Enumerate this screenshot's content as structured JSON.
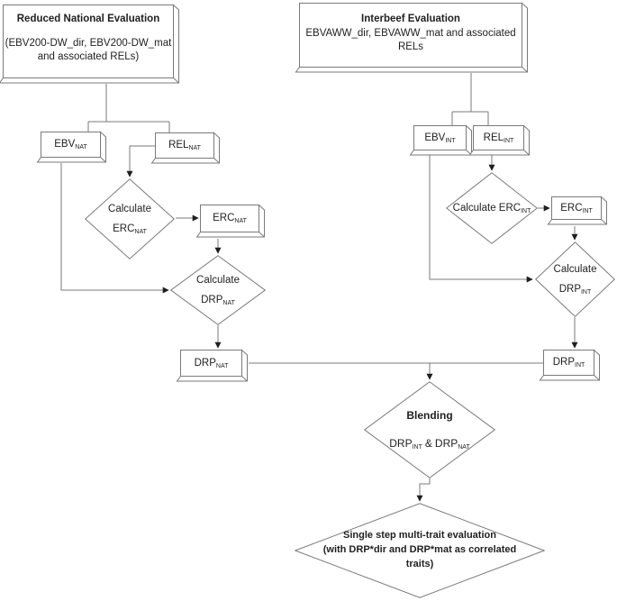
{
  "colors": {
    "background": "#ffffff",
    "shape_stroke": "#7a7a7a",
    "connector": "#7a7a7a",
    "arrowhead": "#1f1f1f",
    "text": "#1f1f1f"
  },
  "nodes": {
    "reduced_national": {
      "title": "Reduced National Evaluation",
      "line1": "(EBV200-DW_dir, EBV200-DW_mat",
      "line2": "and associated RELs)"
    },
    "interbeef": {
      "title": "Interbeef Evaluation",
      "line1": "EBVAWW_dir, EBVAWW_mat and associated",
      "line2": "RELs"
    },
    "ebv_nat": {
      "main": "EBV",
      "sub": "NAT"
    },
    "rel_nat": {
      "main": "REL",
      "sub": "NAT"
    },
    "calc_erc_nat": {
      "line1": "Calculate",
      "main": "ERC",
      "sub": "NAT"
    },
    "erc_nat": {
      "main": "ERC",
      "sub": "NAT"
    },
    "calc_drp_nat": {
      "line1": "Calculate",
      "main": "DRP",
      "sub": "NAT"
    },
    "drp_nat": {
      "main": "DRP",
      "sub": "NAT"
    },
    "ebv_int": {
      "main": "EBV",
      "sub": "INT"
    },
    "rel_int": {
      "main": "REL",
      "sub": "INT"
    },
    "calc_erc_int": {
      "word": "Calculate",
      "main": "ERC",
      "sub": "INT"
    },
    "erc_int": {
      "main": "ERC",
      "sub": "INT"
    },
    "calc_drp_int": {
      "line1": "Calculate",
      "main": "DRP",
      "sub": "INT"
    },
    "drp_int": {
      "main": "DRP",
      "sub": "INT"
    },
    "blending": {
      "title": "Blending",
      "left_main": "DRP",
      "left_sub": "INT",
      "amp": "&",
      "right_main": "DRP",
      "right_sub": "NAT"
    },
    "single_step": {
      "line1": "Single step multi-trait evaluation",
      "line2": "(with DRP*dir and DRP*mat as correlated",
      "line3": "traits)"
    }
  }
}
